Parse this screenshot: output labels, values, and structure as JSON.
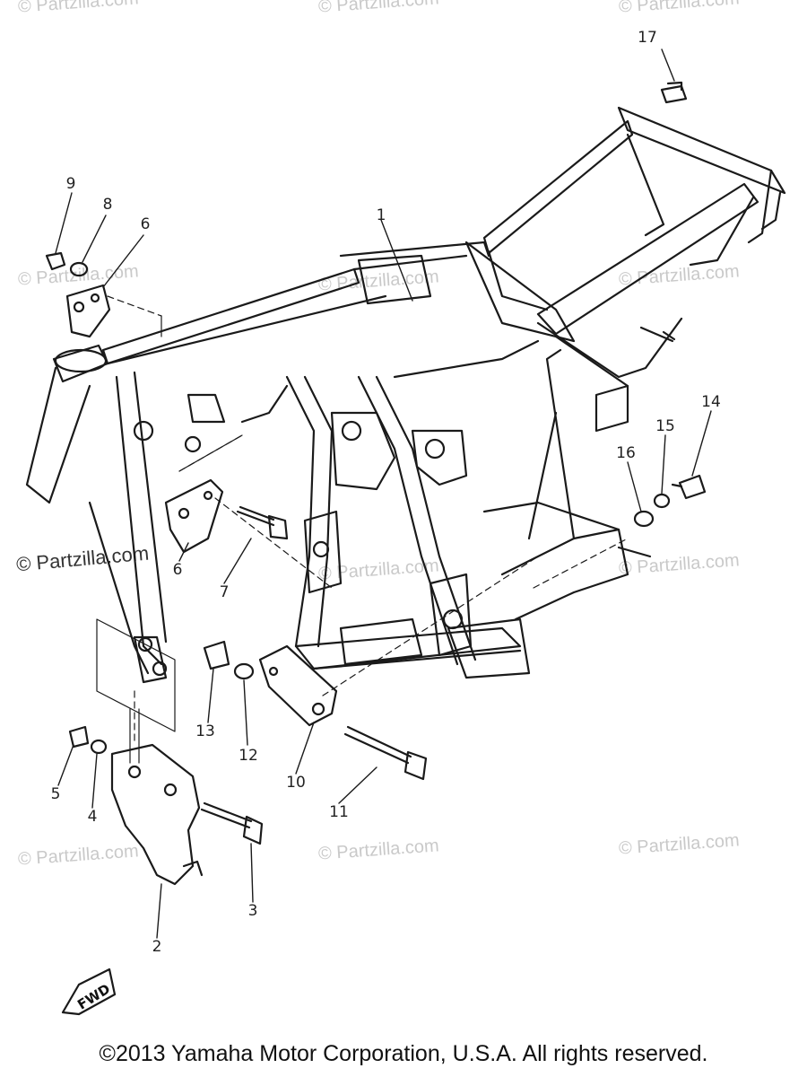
{
  "watermark_text": "© Partzilla.com",
  "copyright": "©2013 Yamaha Motor Corporation, U.S.A. All rights reserved.",
  "fwd_label": "FWD",
  "callouts": {
    "c1": "1",
    "c2": "2",
    "c3": "3",
    "c4": "4",
    "c5": "5",
    "c6a": "6",
    "c6b": "6",
    "c7": "7",
    "c8": "8",
    "c9": "9",
    "c10": "10",
    "c11": "11",
    "c12": "12",
    "c13": "13",
    "c14": "14",
    "c15": "15",
    "c16": "16",
    "c17": "17"
  }
}
